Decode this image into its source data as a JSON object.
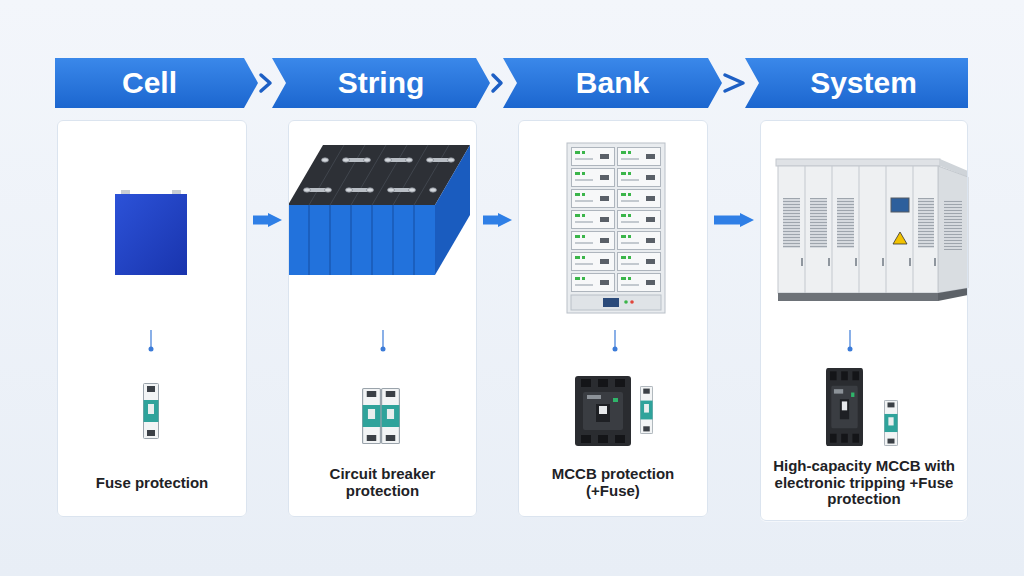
{
  "diagram": {
    "nodes": [
      {
        "text": [
          "Cell"
        ]
      },
      {
        "text": [
          "Fuse protection"
        ]
      },
      {
        "text": [
          "String"
        ]
      },
      {
        "text": [
          "Circuit breaker protection"
        ]
      },
      {
        "text": [
          "Bank"
        ]
      },
      {
        "text": [
          "MCCB protection (+Fuse)"
        ]
      },
      {
        "text": [
          "System"
        ]
      },
      {
        "text": [
          "High-capacity MCCB with electronic tripping +Fuse protection"
        ]
      }
    ],
    "edges": [
      {
        "from": 0,
        "to": 2,
        "arrow": "to"
      },
      {
        "from": 2,
        "to": 4,
        "arrow": "to"
      },
      {
        "from": 4,
        "to": 6,
        "arrow": "to"
      },
      {
        "from": 1,
        "to": 3,
        "arrow": "to"
      },
      {
        "from": 3,
        "to": 5,
        "arrow": "to"
      },
      {
        "from": 5,
        "to": 7,
        "arrow": "to"
      }
    ]
  }
}
